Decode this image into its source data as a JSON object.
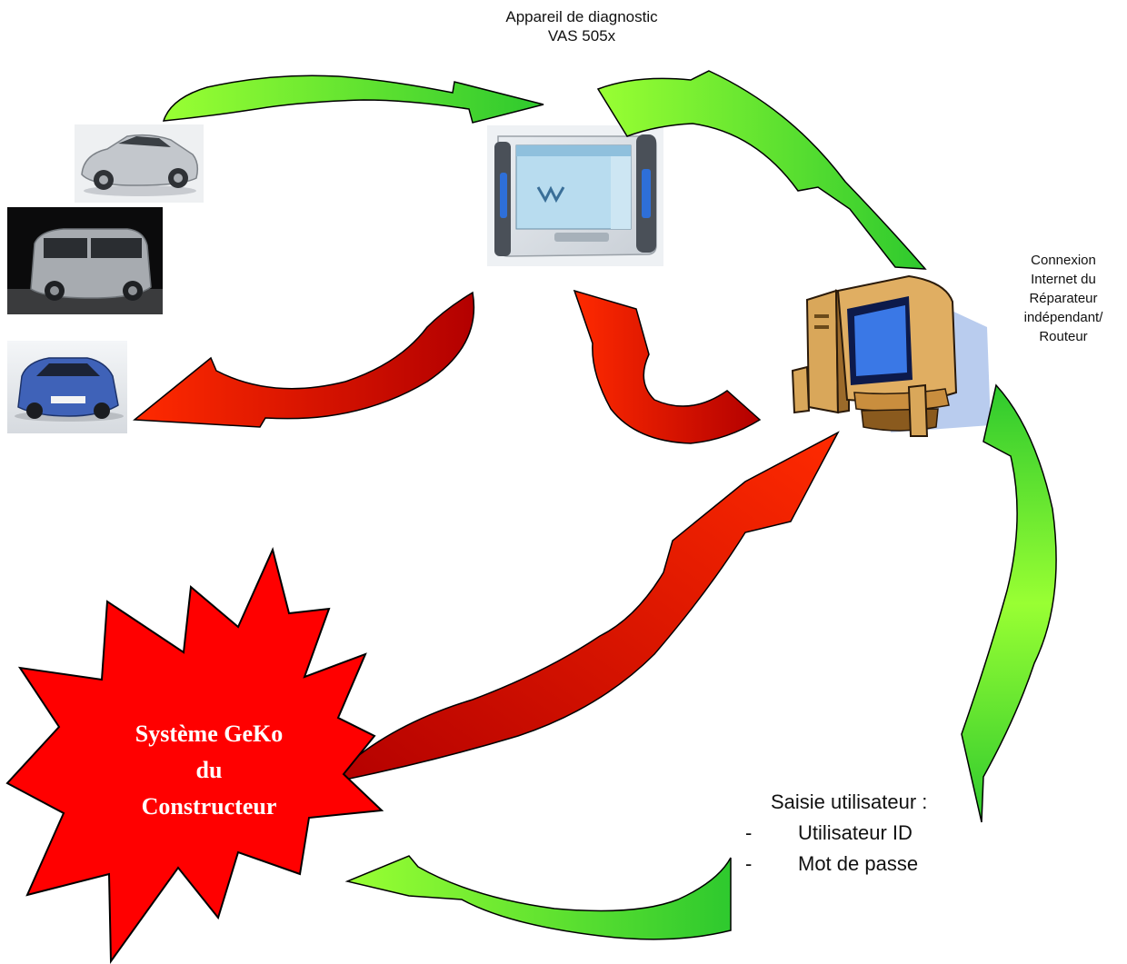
{
  "labels": {
    "vas_line1": "Appareil de diagnostic",
    "vas_line2": "VAS 505x",
    "internet_lines": [
      "Connexion",
      "Internet du",
      "Réparateur",
      "indépendant/",
      "Routeur"
    ],
    "user_input_title": "Saisie utilisateur :",
    "user_input_items": [
      "Utilisateur ID",
      "Mot de passe"
    ],
    "user_input_bullet": "-",
    "geko_lines": [
      "Système GeKo",
      "du",
      "Constructeur"
    ]
  },
  "colors": {
    "green_light": "#99ff33",
    "green_dark": "#2ec92e",
    "red_light": "#ff2a00",
    "red_dark": "#b30000",
    "star_red": "#ff0000"
  },
  "images": [
    {
      "name": "silver-convertible-car-photo",
      "depicts": "car"
    },
    {
      "name": "silver-van-photo",
      "depicts": "van"
    },
    {
      "name": "blue-hatchback-car-photo",
      "depicts": "car"
    },
    {
      "name": "vas-diagnostic-tablet-image",
      "depicts": "diagnostic tablet"
    },
    {
      "name": "desktop-computer-clipart",
      "depicts": "computer"
    }
  ]
}
